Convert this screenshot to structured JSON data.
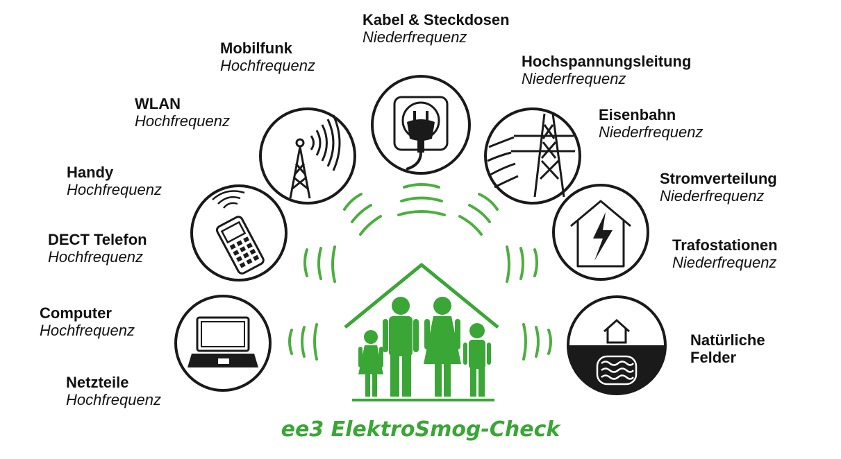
{
  "sources": [
    {
      "id": "kabel",
      "title": "Kabel & Steckdosen",
      "subtitle": "Niederfrequenz",
      "icon": "plug-socket-icon"
    },
    {
      "id": "mobilfunk",
      "title": "Mobilfunk",
      "subtitle": "Hochfrequenz",
      "icon": "cell-tower-icon"
    },
    {
      "id": "wlan",
      "title": "WLAN",
      "subtitle": "Hochfrequenz",
      "icon": "cell-tower-icon"
    },
    {
      "id": "handy",
      "title": "Handy",
      "subtitle": "Hochfrequenz",
      "icon": "mobile-phone-icon"
    },
    {
      "id": "dect",
      "title": "DECT Telefon",
      "subtitle": "Hochfrequenz",
      "icon": "mobile-phone-icon"
    },
    {
      "id": "computer",
      "title": "Computer",
      "subtitle": "Hochfrequenz",
      "icon": "laptop-icon"
    },
    {
      "id": "netzteile",
      "title": "Netzteile",
      "subtitle": "Hochfrequenz",
      "icon": "laptop-icon"
    },
    {
      "id": "hochspannung",
      "title": "Hochspannungsleitung",
      "subtitle": "Niederfrequenz",
      "icon": "power-pylon-icon"
    },
    {
      "id": "eisenbahn",
      "title": "Eisenbahn",
      "subtitle": "Niederfrequenz",
      "icon": "power-pylon-icon"
    },
    {
      "id": "stromverteilung",
      "title": "Stromverteilung",
      "subtitle": "Niederfrequenz",
      "icon": "house-lightning-icon"
    },
    {
      "id": "trafostationen",
      "title": "Trafostationen",
      "subtitle": "Niederfrequenz",
      "icon": "house-lightning-icon"
    },
    {
      "id": "natuerlich",
      "title": "Natürliche",
      "subtitle": "Felder",
      "icon": "earth-layers-icon"
    }
  ],
  "brand_title": "ee3 ElektroSmog-Check",
  "colors": {
    "accent": "#3aa636",
    "wave": "#4cae3f",
    "ink": "#1a1a1a"
  }
}
